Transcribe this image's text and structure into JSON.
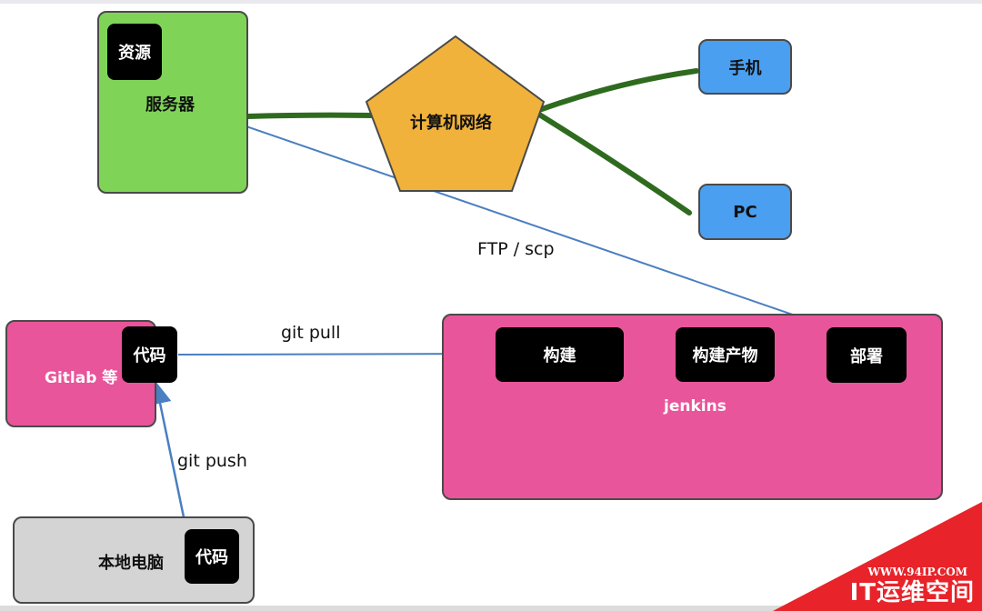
{
  "nodes": {
    "server_label": "服务器",
    "resource": "资源",
    "network": "计算机网络",
    "phone": "手机",
    "pc": "PC",
    "gitlab_label": "Gitlab 等",
    "gitlab_code": "代码",
    "build": "构建",
    "artifact": "构建产物",
    "deploy": "部署",
    "jenkins": "jenkins",
    "local_label": "本地电脑",
    "local_code": "代码"
  },
  "edges": {
    "ftp": "FTP / scp",
    "git_pull": "git pull",
    "git_push": "git push"
  },
  "watermark": {
    "url": "WWW.94IP.COM",
    "text": "IT运维空间"
  },
  "colors": {
    "server": "#7fd457",
    "network": "#f0b23b",
    "devices": "#4a9ff0",
    "pink": "#e8559a",
    "local": "#d4d4d4",
    "line_green": "#2e6b1e",
    "arrow_blue": "#4a7fc1",
    "watermark": "#e8232a"
  }
}
